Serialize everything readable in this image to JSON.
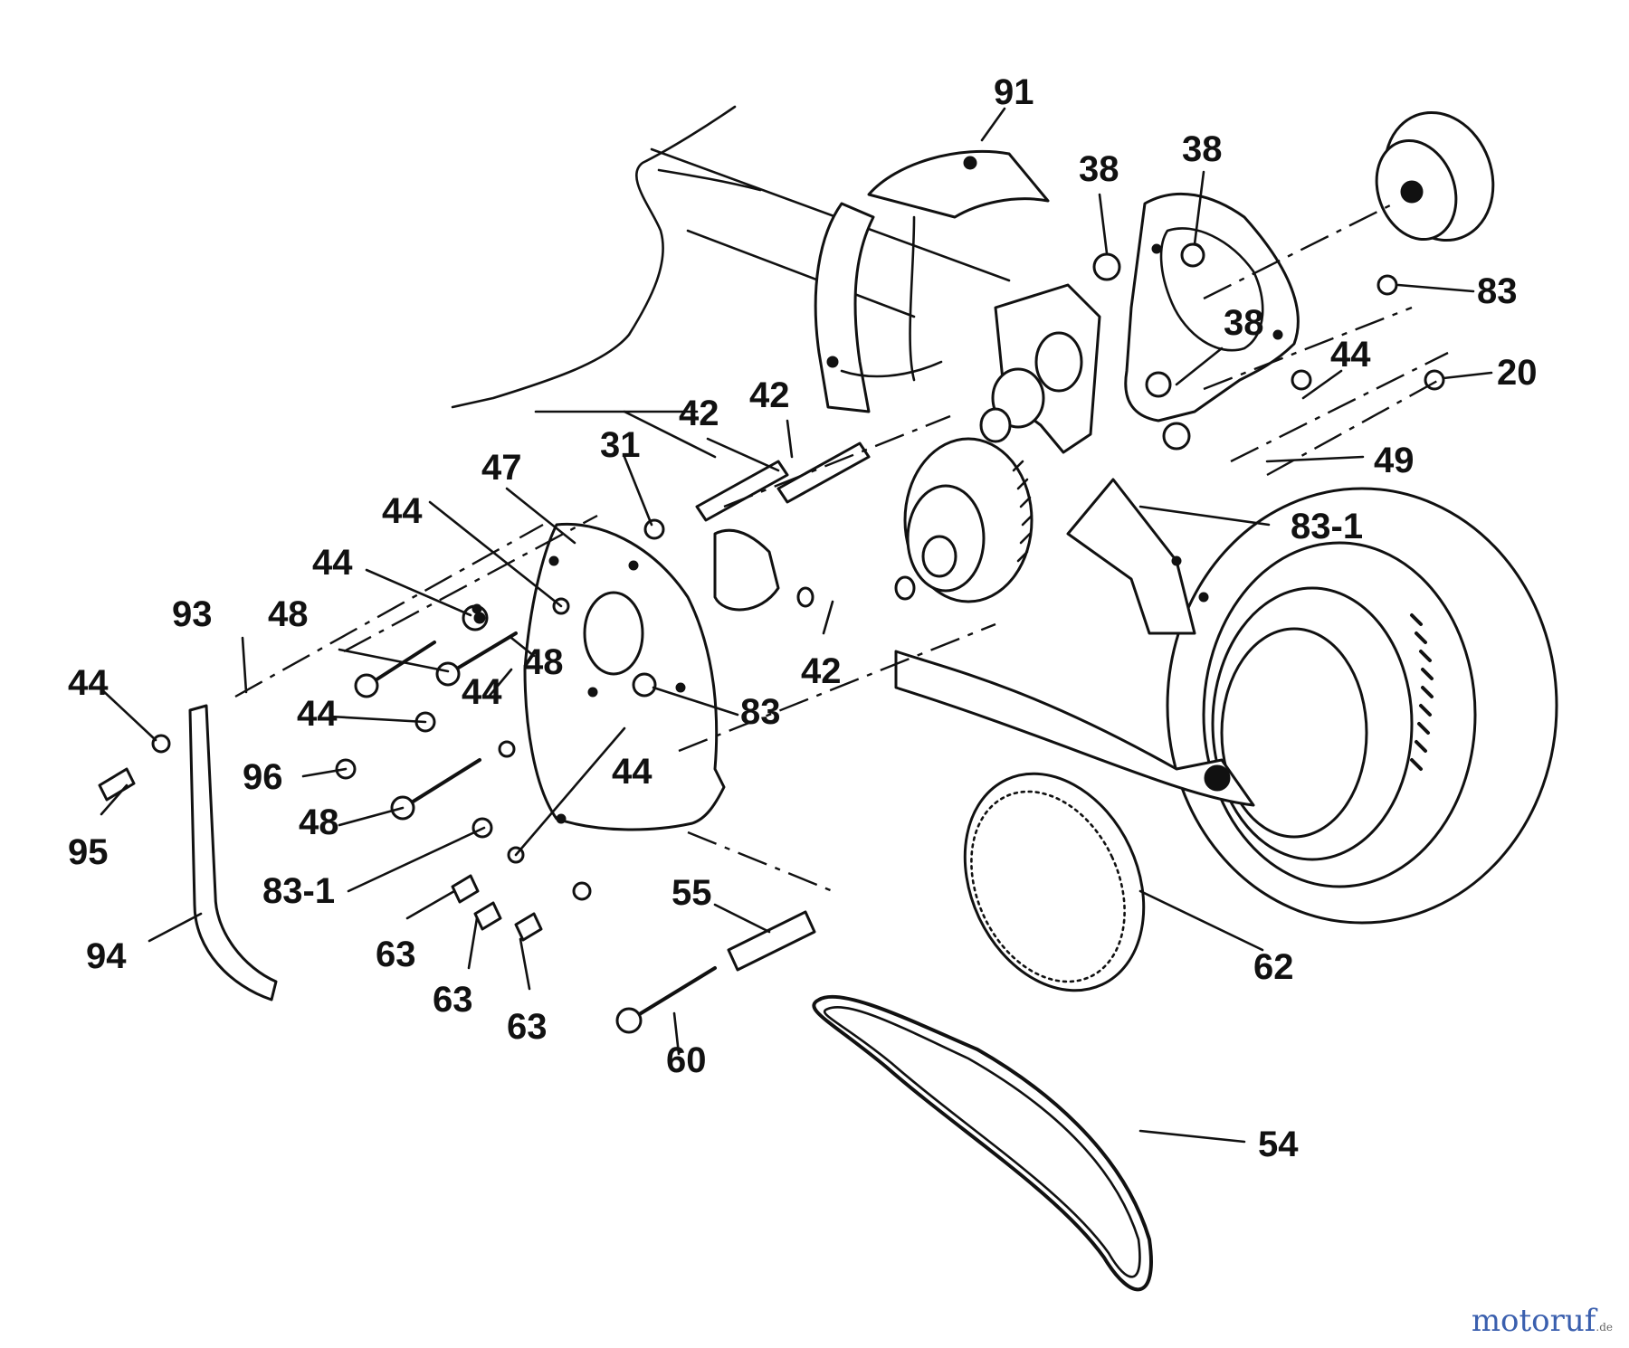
{
  "labels": {
    "l91": "91",
    "l38a": "38",
    "l38b": "38",
    "l38c": "38",
    "l83a": "83",
    "l20": "20",
    "l44a": "44",
    "l49": "49",
    "l831a": "83-1",
    "l42a": "42",
    "l42b": "42",
    "l42c": "42",
    "l31": "31",
    "l47": "47",
    "l44b": "44",
    "l44c": "44",
    "l93": "93",
    "l48a": "48",
    "l48b": "48",
    "l44d": "44",
    "l44e": "44",
    "l44f": "44",
    "l96": "96",
    "l83b": "83",
    "l48c": "48",
    "l95": "95",
    "l831b": "83-1",
    "l44g": "44",
    "l55": "55",
    "l63a": "63",
    "l63b": "63",
    "l63c": "63",
    "l94": "94",
    "l60": "60",
    "l62": "62",
    "l54": "54"
  },
  "watermark": {
    "brand": "motoruf",
    "suffix": ".de"
  },
  "colors": {
    "ink": "#111111",
    "brand": "#3a5fae",
    "brand_accent": "#e07a2a"
  }
}
